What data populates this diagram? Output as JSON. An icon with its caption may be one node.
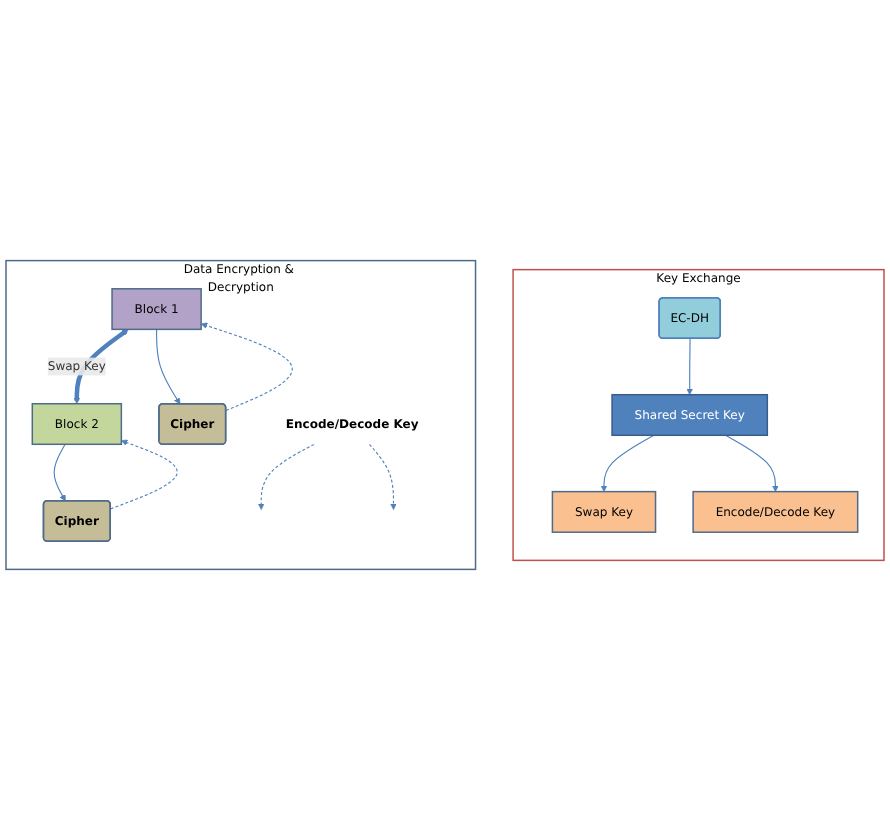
{
  "diagram": {
    "nodes": [
      {
        "text": [
          "Key Exchange"
        ]
      },
      {
        "text": [
          "EC-DH"
        ],
        "in": 0
      },
      {
        "text": [
          "Shared Secret Key"
        ],
        "in": 0
      },
      {
        "text": [
          "Swap Key"
        ],
        "in": 0
      },
      {
        "text": [
          "Encode/Decode Key"
        ],
        "in": 0
      },
      {
        "text": [
          "Data Encryption & Decryption"
        ]
      },
      {
        "text": [
          "Block 1"
        ],
        "in": 5
      },
      {
        "text": [
          "Block 2"
        ],
        "in": 5
      },
      {
        "text": [
          "Cipher"
        ],
        "in": 5
      },
      {
        "text": [
          "Cipher"
        ],
        "in": 5
      },
      {
        "text": [
          "Encode/Decode  Key"
        ],
        "in": 5
      }
    ],
    "edges": [
      {
        "from": 1,
        "to": 2,
        "arrow": "to"
      },
      {
        "from": 2,
        "to": 3,
        "arrow": "to"
      },
      {
        "from": 2,
        "to": 4,
        "arrow": "to"
      },
      {
        "from": 6,
        "to": 7,
        "arrow": "both",
        "label": "Swap Key",
        "style": "thick",
        "color": "#4f81bd"
      },
      {
        "from": 6,
        "to": 8,
        "arrow": "to"
      },
      {
        "from": 8,
        "to": 6,
        "arrow": "to",
        "style": "dashed"
      },
      {
        "from": 7,
        "to": 9,
        "arrow": "to"
      },
      {
        "from": 9,
        "to": 7,
        "arrow": "to",
        "style": "dashed"
      },
      {
        "from": 10,
        "to": null,
        "arrow": "to",
        "style": "dashed"
      },
      {
        "from": 10,
        "to": null,
        "arrow": "to",
        "style": "dashed"
      }
    ]
  }
}
